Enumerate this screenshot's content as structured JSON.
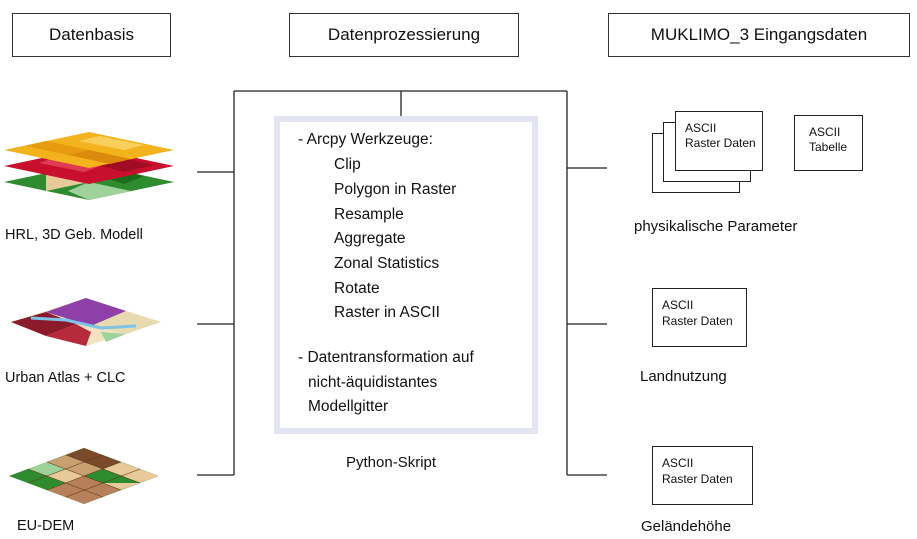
{
  "headers": {
    "datenbasis": "Datenbasis",
    "processing": "Datenprozessierung",
    "output": "MUKLIMO_3 Eingangsdaten"
  },
  "sources": [
    {
      "label": "HRL, 3D Geb. Modell"
    },
    {
      "label": "Urban Atlas + CLC"
    },
    {
      "label": "EU-DEM"
    }
  ],
  "processing_box": {
    "tools_heading": "- Arcpy Werkzeuge:",
    "tools": [
      "Clip",
      "Polygon in Raster",
      "Resample",
      "Aggregate",
      "Zonal Statistics",
      "Rotate",
      "Raster in ASCII"
    ],
    "transform_lines": [
      "- Datentransformation auf",
      "nicht-äquidistantes",
      "Modellgitter"
    ],
    "caption": "Python-Skript"
  },
  "outputs": {
    "physical": {
      "stack_line1": "ASCII",
      "stack_line2": "Raster Daten",
      "table_line1": "ASCII",
      "table_line2": "Tabelle",
      "label": "physikalische Parameter"
    },
    "landuse": {
      "line1": "ASCII",
      "line2": "Raster Daten",
      "label": "Landnutzung"
    },
    "terrain": {
      "line1": "ASCII",
      "line2": "Raster Daten",
      "label": "Geländehöhe"
    }
  },
  "colors": {
    "line": "#222222",
    "frame": "#e3e4f2",
    "raster_yellow": "#f2b31c",
    "raster_red": "#c8102e",
    "raster_green": "#2e8b2e",
    "raster_beige": "#e8c99a",
    "raster_purple": "#8e3fa8"
  }
}
